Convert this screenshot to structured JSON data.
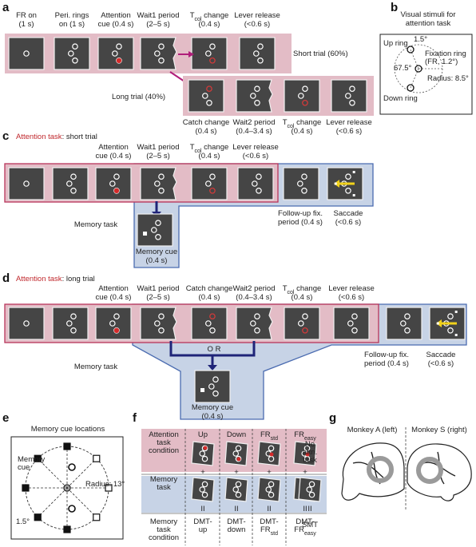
{
  "panels": {
    "a": "a",
    "b": "b",
    "c": "c",
    "d": "d",
    "e": "e",
    "f": "f",
    "g": "g"
  },
  "panel_a": {
    "steps": [
      "FR on\n(1 s)",
      "Peri. rings\non (1 s)",
      "Attention\ncue (0.4 s)",
      "Wait1 period\n(2–5 s)",
      "T_col change\n(0.4 s)",
      "Lever release\n(<0.6 s)"
    ],
    "short_trial": "Short trial (60%)",
    "long_trial": "Long trial (40%)",
    "long_steps": [
      "Catch change\n(0.4 s)",
      "Wait2 period\n(0.4–3.4 s)",
      "T_col change\n(0.4 s)",
      "Lever release\n(<0.6 s)"
    ]
  },
  "panel_b": {
    "title": "Visual stimuli for\nattention task",
    "up_ring": "Up ring",
    "down_ring": "Down ring",
    "fix_ring": "Fixation ring\n(FR, 1.2°)",
    "size": "1.5°",
    "angle": "67.5°",
    "radius": "Radius: 8.5°"
  },
  "panel_c": {
    "title_red": "Attention task",
    "title_rest": ": short trial",
    "steps": [
      "Attention\ncue (0.4 s)",
      "Wait1 period\n(2–5 s)",
      "T_col change\n(0.4 s)",
      "Lever release\n(<0.6 s)"
    ],
    "memory_task": "Memory task",
    "memory_cue": "Memory cue\n(0.4 s)",
    "followup": "Follow-up fix.\nperiod (0.4 s)",
    "saccade": "Saccade\n(<0.6 s)"
  },
  "panel_d": {
    "title_red": "Attention task",
    "title_rest": ": long trial",
    "steps": [
      "Attention\ncue (0.4 s)",
      "Wait1 period\n(2–5 s)",
      "Catch change\n(0.4 s)",
      "Wait2 period\n(0.4–3.4 s)",
      "T_col change\n(0.4 s)",
      "Lever release\n(<0.6 s)"
    ],
    "or_label": "O R",
    "memory_task": "Memory task",
    "memory_cue": "Memory cue\n(0.4 s)",
    "followup": "Follow-up fix.\nperiod (0.4 s)",
    "saccade": "Saccade\n(<0.6 s)"
  },
  "panel_e": {
    "title": "Memory cue locations",
    "memory_cue": "Memory\ncue",
    "radius": "Radius: 13°",
    "size": "1.5°"
  },
  "panel_f": {
    "columns": [
      "Up",
      "Down",
      "FR_std",
      "FR_easy",
      "No\nattn.\ntask"
    ],
    "rows": [
      "Attention\ntask\ncondition",
      "Memory\ntask",
      "Memory\ntask\ncondition"
    ],
    "conditions": [
      "DMT-\nup",
      "DMT-\ndown",
      "DMT-\nFR_std",
      "DMT-\nFR_easy",
      "SMT"
    ],
    "plus": "+",
    "equals": "II"
  },
  "panel_g": {
    "monkey_a": "Monkey A (left)",
    "monkey_s": "Monkey S (right)"
  },
  "colors": {
    "pink": "#e3bcc6",
    "blue": "#c7d3e6",
    "red": "#c0282d",
    "blue_text": "#3a5ca0",
    "screen": "#454545",
    "navy": "#1f2478",
    "magenta": "#b01e7a",
    "yellow": "#f2d21b"
  }
}
